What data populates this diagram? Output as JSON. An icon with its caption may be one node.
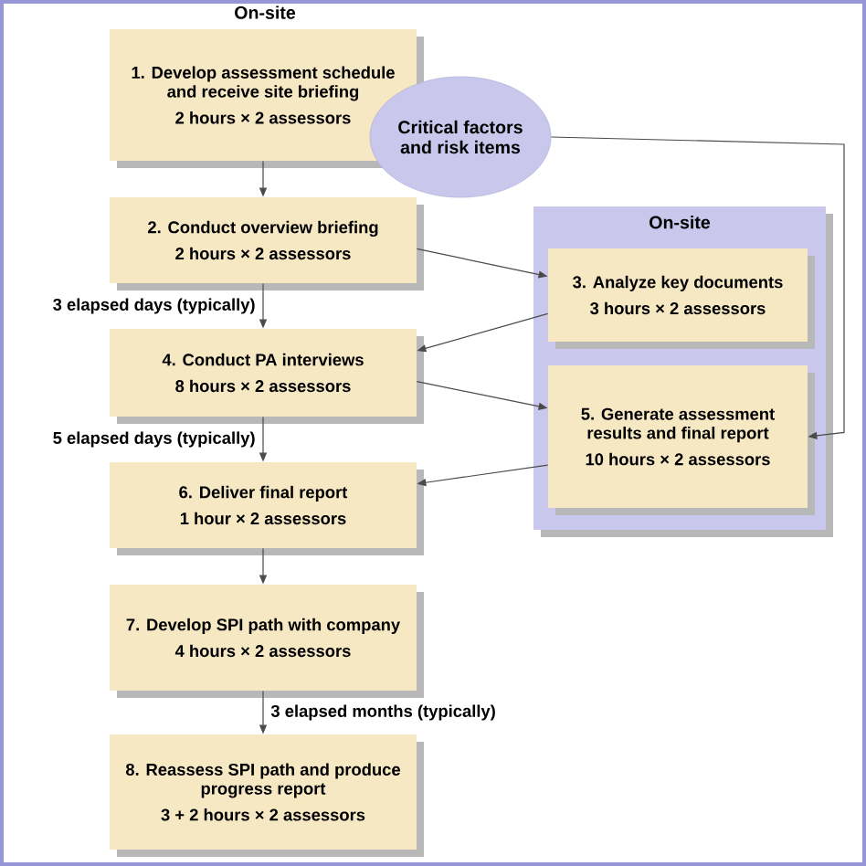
{
  "diagram": {
    "nodes": [
      {
        "text": [
          "1. Develop assessment schedule and receive site briefing",
          "2 hours × 2 assessors"
        ]
      },
      {
        "text": [
          "Critical factors and risk items"
        ]
      },
      {
        "text": [
          "2. Conduct overview briefing",
          "2 hours × 2 assessors"
        ]
      },
      {
        "text": [
          "On-site"
        ]
      },
      {
        "text": [
          "3. Analyze key documents",
          "3 hours × 2 assessors"
        ],
        "in": 3
      },
      {
        "text": [
          "4. Conduct PA interviews",
          "8 hours × 2 assessors"
        ]
      },
      {
        "text": [
          "5. Generate assessment results and final report",
          "10 hours × 2 assessors"
        ],
        "in": 3
      },
      {
        "text": [
          "6. Deliver final report",
          "1 hour × 2 assessors"
        ]
      },
      {
        "text": [
          "7. Develop SPI path with company",
          "4 hours × 2 assessors"
        ]
      },
      {
        "text": [
          "8. Reassess SPI path and produce progress report",
          "3 + 2 hours × 2 assessors"
        ]
      }
    ],
    "edges": [
      {
        "from": 0,
        "to": 2,
        "arrow": "to"
      },
      {
        "from": 2,
        "to": 5,
        "arrow": "to",
        "label": "3 elapsed days (typically)"
      },
      {
        "from": 2,
        "to": 4,
        "arrow": "to"
      },
      {
        "from": 4,
        "to": 5,
        "arrow": "to"
      },
      {
        "from": 5,
        "to": 6,
        "arrow": "to"
      },
      {
        "from": 6,
        "to": 7,
        "arrow": "to"
      },
      {
        "from": 5,
        "to": 7,
        "arrow": "to",
        "label": "5 elapsed days (typically)"
      },
      {
        "from": 7,
        "to": 8,
        "arrow": "to"
      },
      {
        "from": 8,
        "to": 9,
        "arrow": "to",
        "label": "3 elapsed months (typically)"
      },
      {
        "from": 1,
        "to": 6,
        "arrow": "to"
      }
    ],
    "labels": [
      "On-site"
    ]
  }
}
